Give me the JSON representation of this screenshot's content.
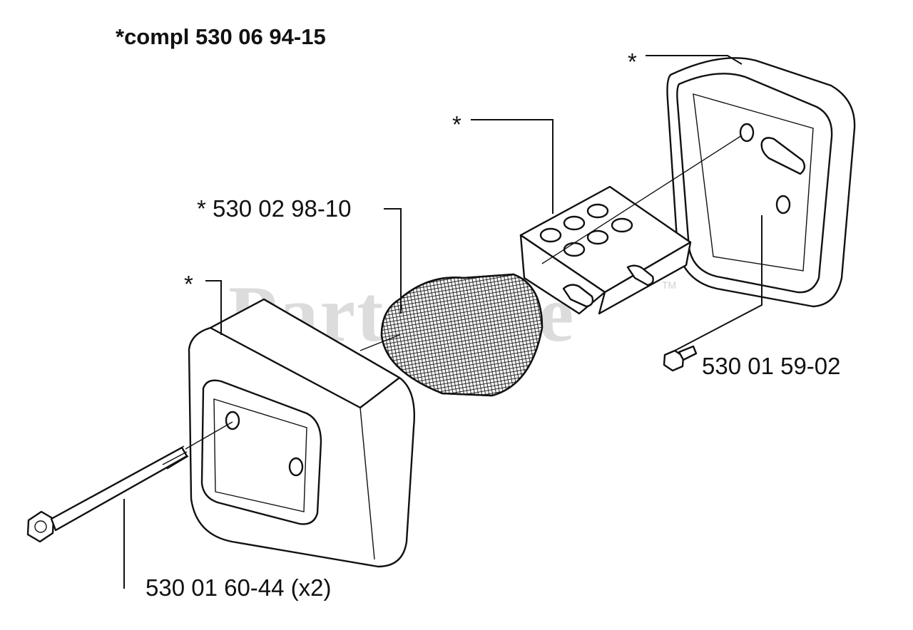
{
  "diagram": {
    "title": "*compl 530 06 94-15",
    "watermark": "PartsTree",
    "trademark": "TM",
    "labels": {
      "cover_star": "*",
      "filter_label": "* 530 02 98-10",
      "holder_star": "*",
      "housing_star": "*",
      "screw_small": "530 01 59-02",
      "bolt_long": "530 01 60-44 (x2)"
    },
    "colors": {
      "ink": "#111111",
      "watermark": "#dcdcdc",
      "background": "#ffffff"
    }
  }
}
